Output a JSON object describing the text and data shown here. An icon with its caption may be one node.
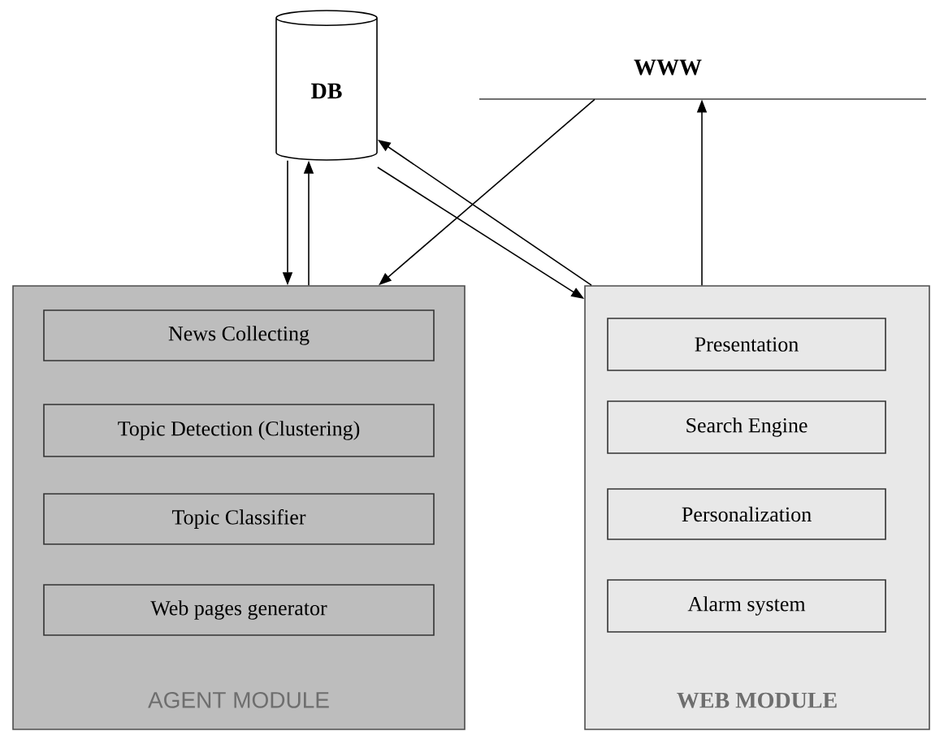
{
  "diagram": {
    "nodes": [
      {
        "text": [
          "DB"
        ]
      },
      {
        "text": [
          "WWW"
        ]
      },
      {
        "text": [
          "AGENT MODULE"
        ]
      },
      {
        "text": [
          "News Collecting"
        ],
        "in": 2
      },
      {
        "text": [
          "Topic Detection (Clustering)"
        ],
        "in": 2
      },
      {
        "text": [
          "Topic Classifier"
        ],
        "in": 2
      },
      {
        "text": [
          "Web pages generator"
        ],
        "in": 2
      },
      {
        "text": [
          "WEB MODULE"
        ]
      },
      {
        "text": [
          "Presentation"
        ],
        "in": 7
      },
      {
        "text": [
          "Search Engine"
        ],
        "in": 7
      },
      {
        "text": [
          "Personalization"
        ],
        "in": 7
      },
      {
        "text": [
          "Alarm system"
        ],
        "in": 7
      }
    ],
    "edges": [
      {
        "from": 0,
        "to": 2,
        "arrow": "to"
      },
      {
        "from": 2,
        "to": 0,
        "arrow": "to"
      },
      {
        "from": 1,
        "to": 2,
        "arrow": "to"
      },
      {
        "from": 0,
        "to": 7,
        "arrow": "to"
      },
      {
        "from": 7,
        "to": 0,
        "arrow": "to"
      },
      {
        "from": 7,
        "to": 1,
        "arrow": "to"
      }
    ]
  }
}
